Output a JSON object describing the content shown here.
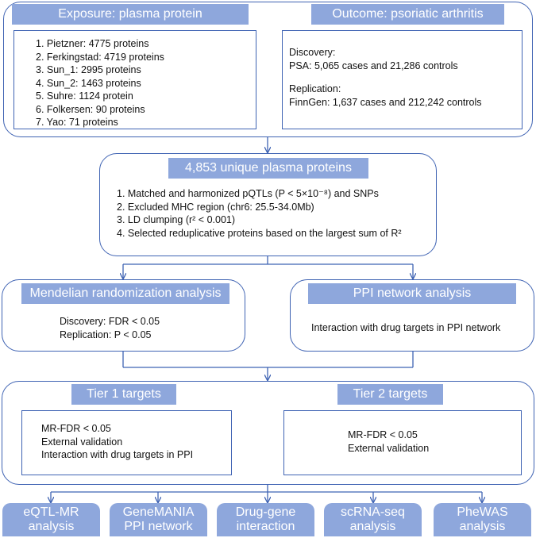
{
  "exposure": {
    "title": "Exposure: plasma protein",
    "items": [
      "1. Pietzner: 4775 proteins",
      "2. Ferkingstad: 4719 proteins",
      "3. Sun_1: 2995 proteins",
      "4. Sun_2: 1463 proteins",
      "5. Suhre: 1124 protein",
      "6. Folkersen: 90 proteins",
      "7. Yao: 71 proteins"
    ]
  },
  "outcome": {
    "title": "Outcome: psoriatic arthritis",
    "discovery_label": "Discovery:",
    "discovery_text": "PSA: 5,065 cases and 21,286 controls",
    "replication_label": "Replication:",
    "replication_text": "FinnGen: 1,637 cases and 212,242 controls"
  },
  "proteins": {
    "title": "4,853 unique plasma proteins",
    "steps": [
      "1. Matched and harmonized pQTLs (P < 5×10⁻⁸) and SNPs",
      "2. Excluded MHC region (chr6: 25.5-34.0Mb)",
      "3. LD clumping (r² < 0.001)",
      "4. Selected reduplicative proteins based on the largest sum of R²"
    ]
  },
  "mr": {
    "title": "Mendelian randomization analysis",
    "lines": [
      "Discovery: FDR < 0.05",
      "Replication: P < 0.05"
    ]
  },
  "ppi": {
    "title": "PPI network analysis",
    "lines": [
      "Interaction with drug targets in PPI network"
    ]
  },
  "tier1": {
    "title": "Tier 1 targets",
    "lines": [
      "MR-FDR < 0.05",
      "External validation",
      "Interaction with drug targets in PPI"
    ]
  },
  "tier2": {
    "title": "Tier 2 targets",
    "lines": [
      "MR-FDR < 0.05",
      "External validation"
    ]
  },
  "bottom": [
    {
      "line1": "eQTL-MR",
      "line2": "analysis"
    },
    {
      "line1": "GeneMANIA",
      "line2": "PPI network"
    },
    {
      "line1": "Drug-gene",
      "line2": "interaction"
    },
    {
      "line1": "scRNA-seq",
      "line2": "analysis"
    },
    {
      "line1": "PheWAS",
      "line2": "analysis"
    }
  ],
  "colors": {
    "border": "#3f63b3",
    "pill": "#8ea7dc"
  }
}
